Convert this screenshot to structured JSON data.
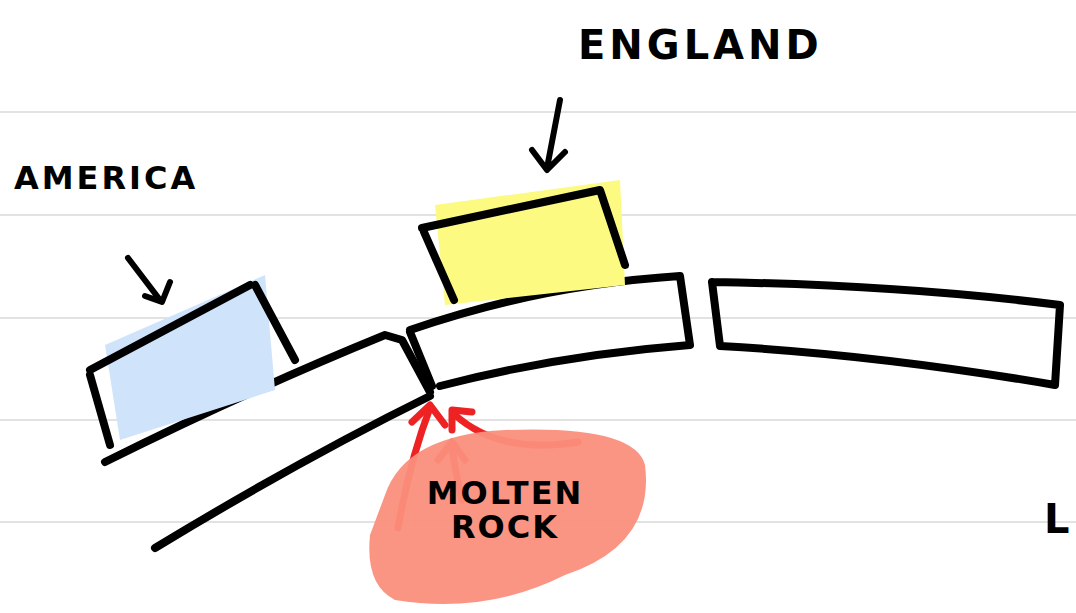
{
  "diagram": {
    "nodes": [
      {
        "text": [
          "AMERICA"
        ]
      },
      {
        "text": [
          "ENGLAND"
        ]
      },
      {
        "text": [
          "MOLTEN ROCK"
        ]
      }
    ],
    "labels": [
      "L"
    ]
  }
}
